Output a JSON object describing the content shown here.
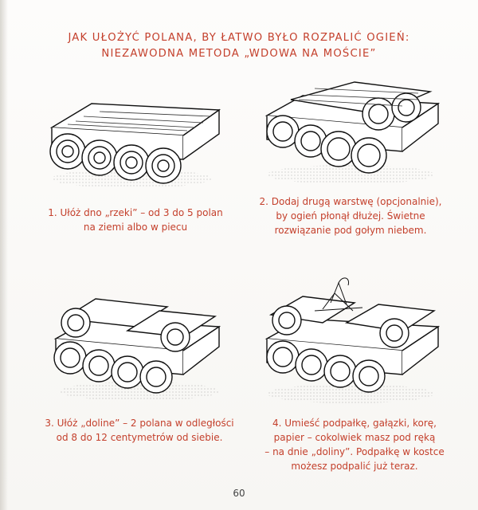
{
  "title": {
    "line1": "JAK UŁOŻYĆ POLANA, BY ŁATWO BYŁO ROZPALIĆ OGIEŃ:",
    "line2": "NIEZAWODNA METODA „WDOWA NA MOŚCIE”"
  },
  "steps": [
    {
      "illustration": "base-layer-logs",
      "lines": [
        "1. Ułóż dno „rzeki” – od 3 do 5 polan",
        "na ziemi albo w piecu"
      ]
    },
    {
      "illustration": "second-layer-logs",
      "lines": [
        "2. Dodaj drugą warstwę (opcjonalnie),",
        "by ogień płonął dłużej. Świetne",
        "rozwiązanie pod gołym niebem."
      ]
    },
    {
      "illustration": "valley-logs",
      "lines": [
        "3. Ułóż „doline” – 2 polana w odległości",
        "od 8 do 12 centymetrów od siebie."
      ]
    },
    {
      "illustration": "kindling-logs",
      "lines": [
        "4. Umieść podpałkę, gałązki, korę,",
        "papier – cokolwiek masz pod ręką",
        "– na dnie „doliny”. Podpałkę w kostce",
        "możesz podpalić już teraz."
      ]
    }
  ],
  "page_number": "60",
  "colors": {
    "accent": "#c4402c",
    "ink": "#222222",
    "paper": "#fbfaf8"
  }
}
